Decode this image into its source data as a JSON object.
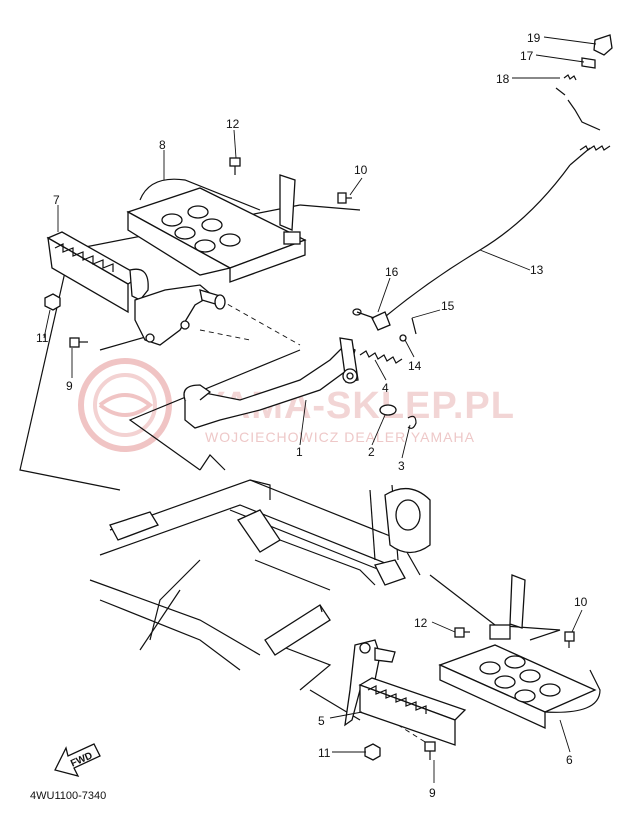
{
  "watermark": {
    "brand": "YAMA-SKLEP.PL",
    "subtitle": "WOJCIECHOWICZ DEALER YAMAHA",
    "accent": "#e9a5a5"
  },
  "diagram_code": "4WU1100-7340",
  "fwd_label": "FWD",
  "callouts": {
    "c1": "1",
    "c2": "2",
    "c3": "3",
    "c4": "4",
    "c5": "5",
    "c6": "6",
    "c7": "7",
    "c8": "8",
    "c9a": "9",
    "c9b": "9",
    "c10a": "10",
    "c10b": "10",
    "c11a": "11",
    "c11b": "11",
    "c12a": "12",
    "c12b": "12",
    "c13": "13",
    "c14": "14",
    "c15": "15",
    "c16": "16",
    "c17": "17",
    "c18": "18",
    "c19": "19"
  }
}
